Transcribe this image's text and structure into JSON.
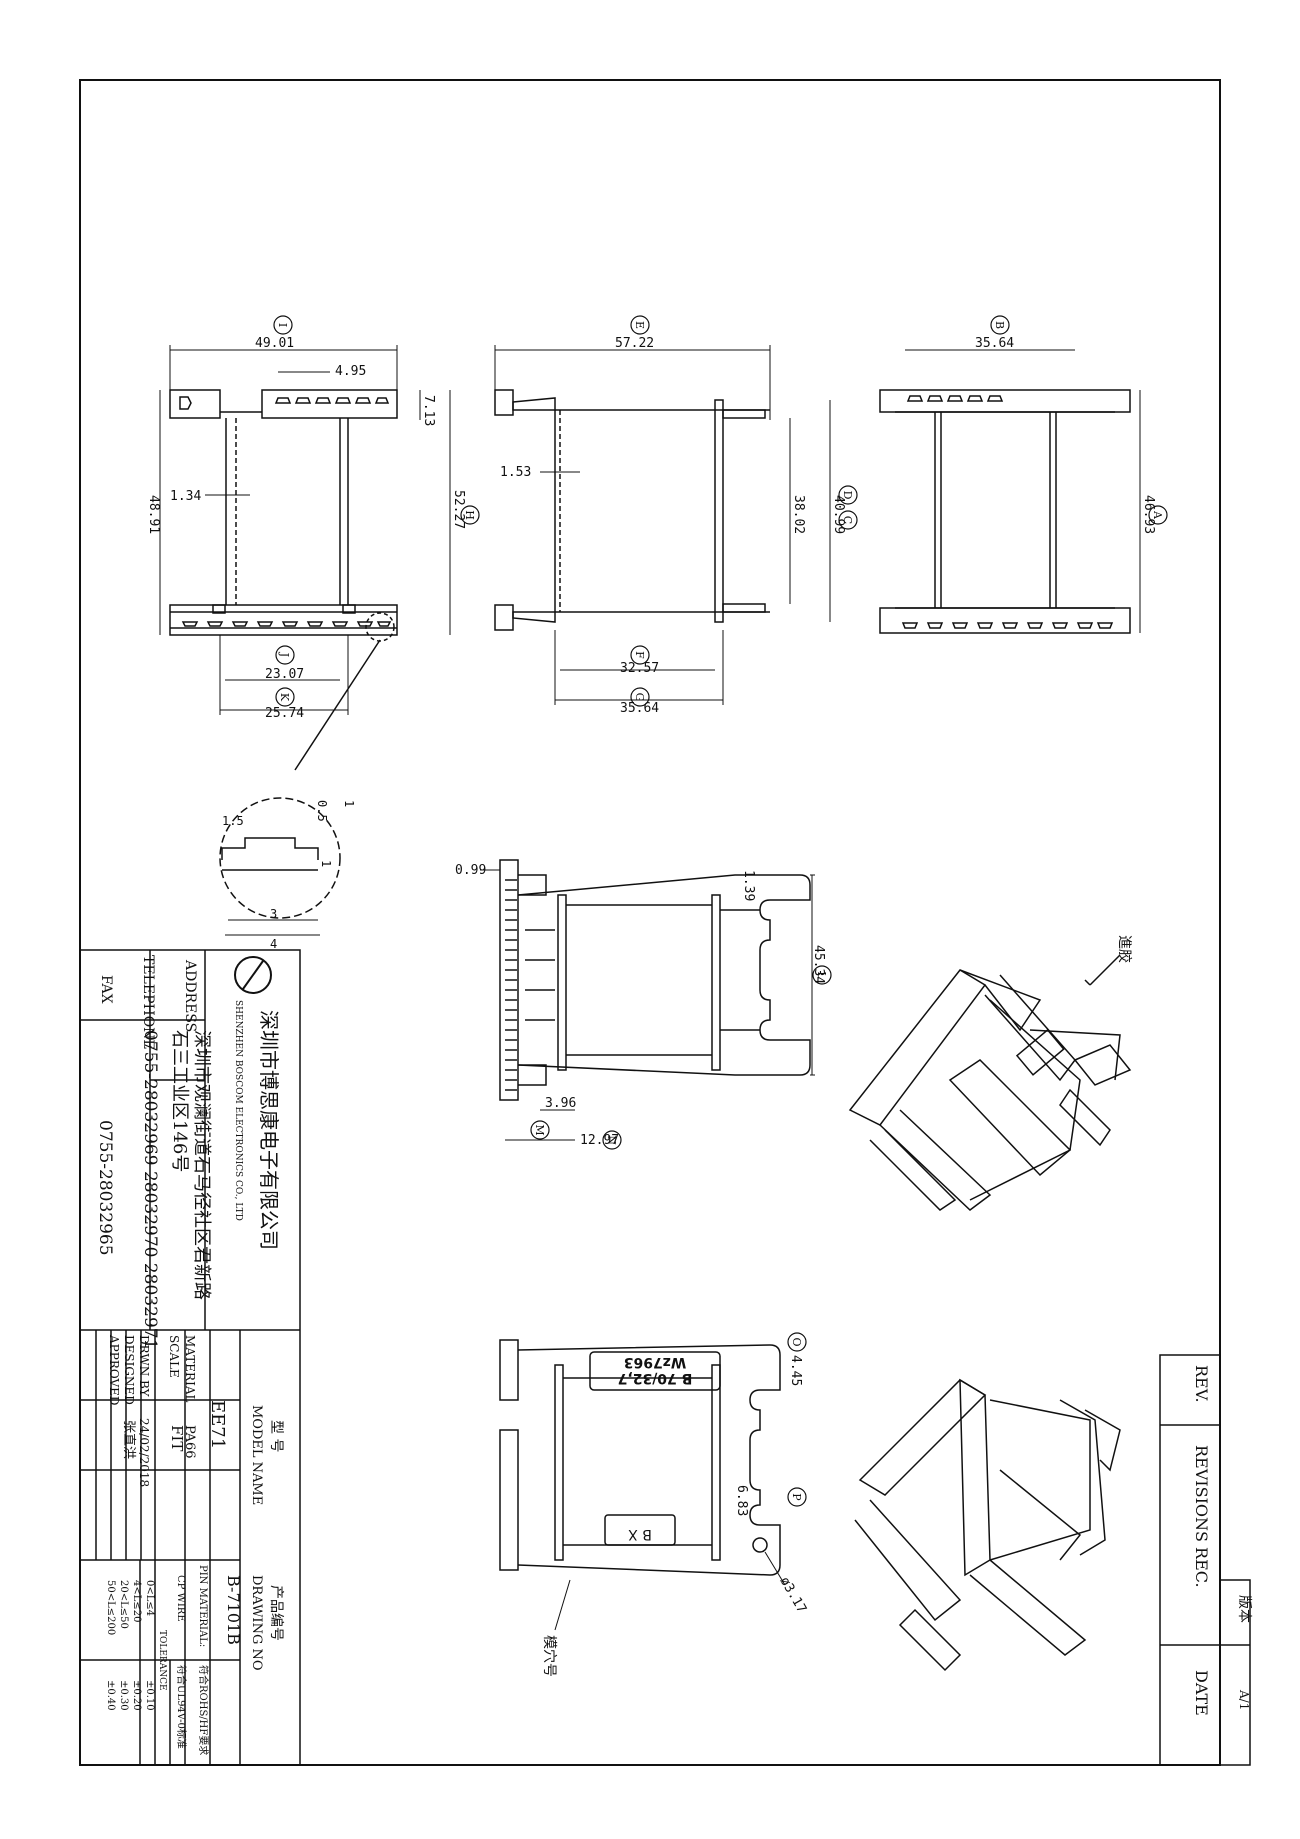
{
  "dims": {
    "top_view": {
      "I_width": "49.01",
      "pitch": "4.95",
      "tab_h": "7.13",
      "H_height": "52.27",
      "left_h": "48.91",
      "wall": "1.34",
      "J_inner": "23.07",
      "K_outer": "25.74"
    },
    "front_view": {
      "E_len": "57.22",
      "flange": "1.53",
      "C_h": "38.02",
      "D_h": "40.99",
      "F_len": "32.57",
      "G_len": "35.64"
    },
    "side_view": {
      "B_width": "35.64",
      "A_height": "46.93"
    },
    "detail": {
      "d1": "1.5",
      "d2": "0.5",
      "d3": "1",
      "d4": "1",
      "d5": "3",
      "d6": "4"
    },
    "mid_view": {
      "d1": "0.99",
      "d2": "1.39",
      "L_h": "45.34",
      "d3": "3.96",
      "N_len": "12.97"
    },
    "bottom_view": {
      "O_dia": "4.45",
      "P_dim": "6.83",
      "hole": "ø3.17",
      "marking_line1": "B 70/32,7",
      "marking_line2": "Wz7963",
      "slot_label": "B  X"
    }
  },
  "letters": [
    "I",
    "E",
    "B",
    "H",
    "D",
    "C",
    "A",
    "J",
    "K",
    "F",
    "G",
    "L",
    "M",
    "N",
    "O",
    "P"
  ],
  "callouts": {
    "glue": "進胶",
    "mold": "模穴号"
  },
  "company": {
    "name_cn": "深圳市博思康电子有限公司",
    "name_en": "SHENZHEN BOSCOM ELECTRONICS CO., LTD",
    "address_label": "ADDRESS",
    "address_line1": "深圳市观澜街道石马径社区君新路",
    "address_line2": "石三工业区146号",
    "telephone_label": "TELEPHONE",
    "telephone": "0755-28032969 28032970 28032971",
    "fax_label": "FAX",
    "fax": "0755-28032965"
  },
  "title_block": {
    "model_label_cn": "型  号",
    "model_label": "MODEL NAME",
    "model": "EE71",
    "material_label": "MATERIAL",
    "material": "PA66",
    "scale_label": "SCALE",
    "scale": "FIT",
    "drwn_label": "DRWN BY",
    "drwn": "24/02/2018",
    "designed_label": "DESIGNED",
    "designed": "张直洪",
    "approved_label": "APPROVED",
    "approved": "",
    "drawing_label_cn": "产品编号",
    "drawing_label": "DRAWING NO",
    "drawing": "B-7101B",
    "pin_material_label": "PIN MATERIAL:",
    "pin_material": "符合ROHS/HF要求",
    "cp_wire_label": "CP WIRE",
    "cp_wire": "符合UL94V-0标准",
    "tolerance_label": "TOLERANCE",
    "tol_ranges": [
      "0<L≤4",
      "4<L≤20",
      "20<L≤50",
      "50<L≤200"
    ],
    "tol_values": [
      "±0.10",
      "±0.20",
      "±0.30",
      "±0.40"
    ]
  },
  "revision": {
    "rev": "REV.",
    "records": "REVISIONS REC.",
    "date": "DATE",
    "version_label": "版本",
    "version": "A/1"
  }
}
